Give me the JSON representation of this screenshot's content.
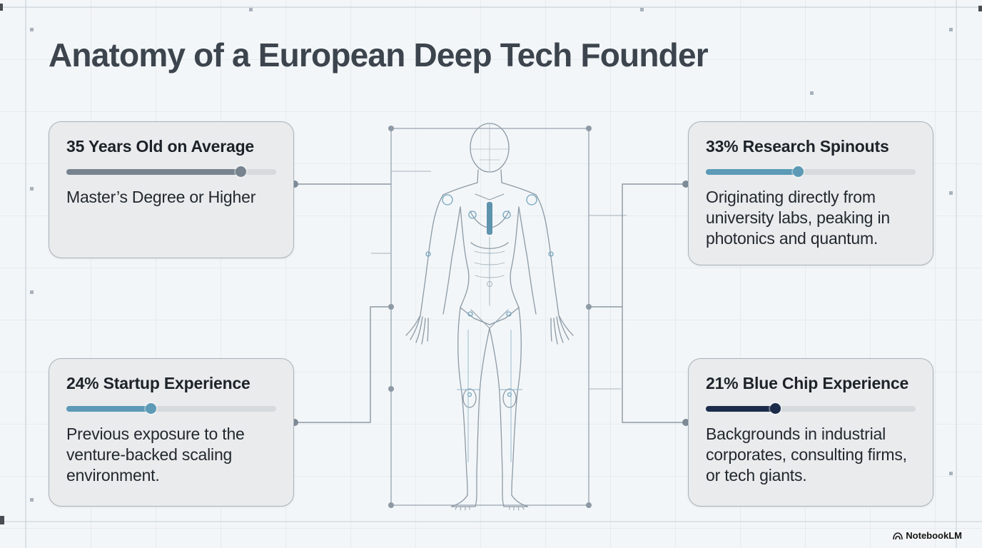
{
  "page": {
    "title": "Anatomy of a European Deep Tech Founder",
    "brand": "NotebookLM"
  },
  "colors": {
    "accent_blue": "#5c9ab6",
    "accent_navy": "#1c2b4a",
    "bar_gray": "#77848f",
    "line_gray": "#8c98a4",
    "figure_blue": "#74a6c0"
  },
  "cards": {
    "top_left": {
      "title": "35 Years Old on Average",
      "body": "Master’s Degree or Higher",
      "bar": {
        "percent": 83,
        "color": "#77848f"
      }
    },
    "top_right": {
      "title": "33% Research Spinouts",
      "body": "Originating directly from university labs, peaking in photonics and quantum.",
      "bar": {
        "percent": 44,
        "color": "#5c9ab6"
      }
    },
    "bottom_left": {
      "title": "24% Startup Experience",
      "body": "Previous exposure to the venture-backed scaling environment.",
      "bar": {
        "percent": 40,
        "color": "#5c9ab6"
      }
    },
    "bottom_right": {
      "title": "21% Blue Chip Experience",
      "body": "Backgrounds in industrial corporates, consulting firms, or tech giants.",
      "bar": {
        "percent": 33,
        "color": "#1c2b4a"
      }
    }
  }
}
